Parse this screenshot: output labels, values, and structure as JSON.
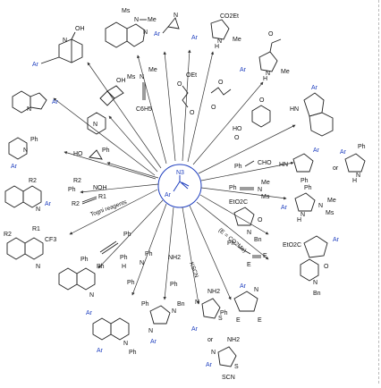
{
  "center": {
    "n3": "N3",
    "ar": "Ar"
  },
  "labels": {
    "ms": "Ms",
    "n": "N",
    "me": "Me",
    "ar": "Ar",
    "oh": "OH",
    "co2et": "CO2Et",
    "h": "H",
    "nh": "H\nN",
    "ph": "Ph",
    "c6h5": "C6H5",
    "oet": "OEt",
    "or": "or",
    "bn": "Bn",
    "r1": "R1",
    "r2": "R2",
    "noh": "NOH",
    "cf3": "CF3",
    "e": "E",
    "nh2": "NH2",
    "s": "S",
    "scn": "SCN",
    "o": "O",
    "cho": "CHO",
    "etO2c": "EtO2C",
    "hn": "HN",
    "ho": "HO"
  },
  "reagents": {
    "togni": "Togni reagents",
    "e_def": "(E = CO2Me)",
    "kscn": "KSCN"
  },
  "colors": {
    "accent": "#1f3fbf",
    "ink": "#111111"
  }
}
